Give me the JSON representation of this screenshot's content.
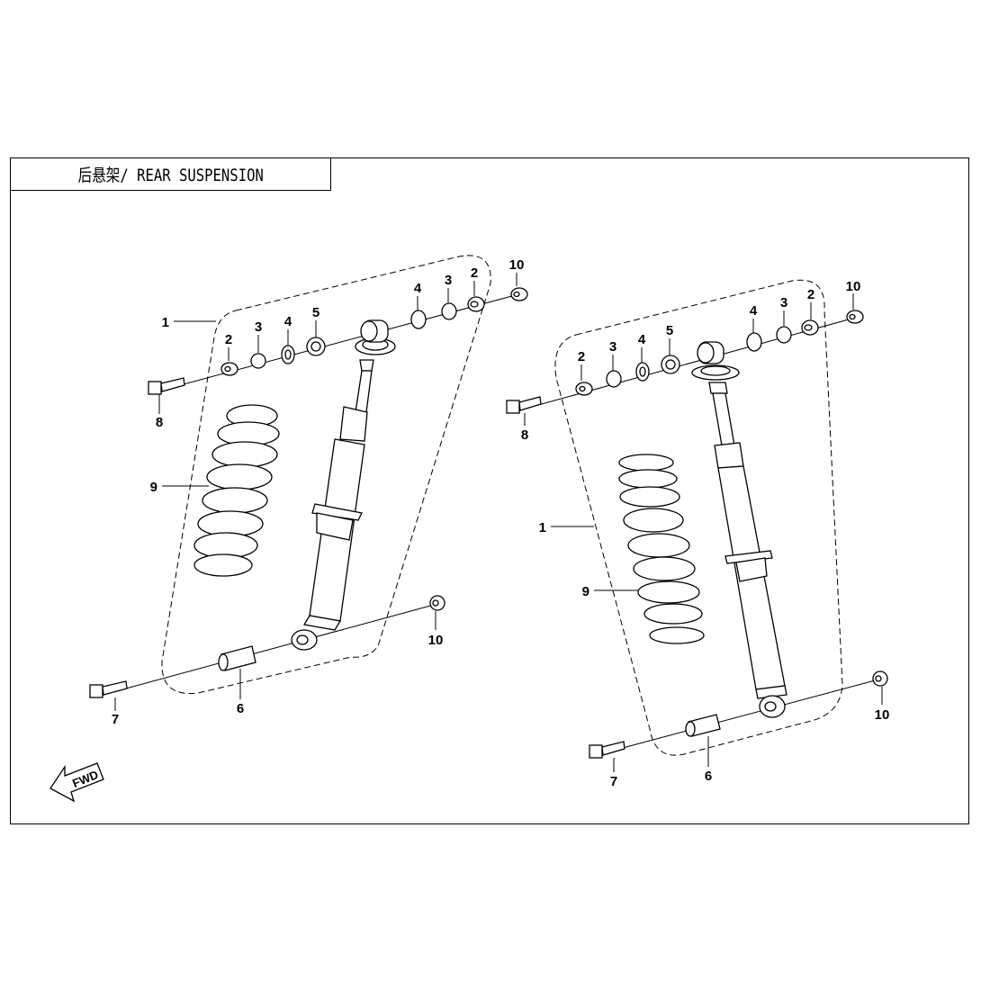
{
  "title": "后悬架/ REAR SUSPENSION",
  "fwd_label": "FWD",
  "colors": {
    "line": "#000000",
    "background": "#ffffff"
  },
  "left_assembly": {
    "labels": {
      "part1": "1",
      "part2a": "2",
      "part3a": "3",
      "part4a": "4",
      "part5": "5",
      "part4b": "4",
      "part3b": "3",
      "part2b": "2",
      "part10a": "10",
      "part8": "8",
      "part9": "9",
      "part10b": "10",
      "part6": "6",
      "part7": "7"
    }
  },
  "right_assembly": {
    "labels": {
      "part1": "1",
      "part2a": "2",
      "part3a": "3",
      "part4a": "4",
      "part5": "5",
      "part4b": "4",
      "part3b": "3",
      "part2b": "2",
      "part10a": "10",
      "part8": "8",
      "part9": "9",
      "part10b": "10",
      "part6": "6",
      "part7": "7"
    }
  }
}
